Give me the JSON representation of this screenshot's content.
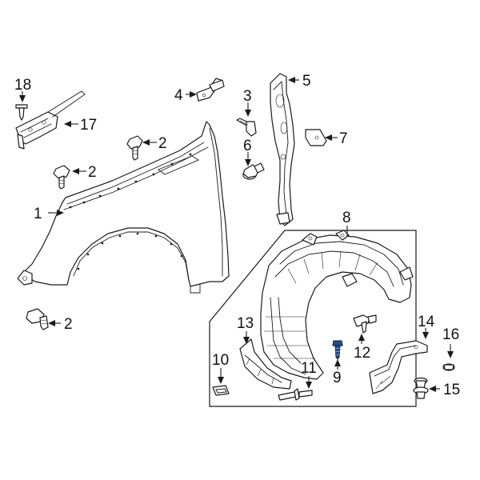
{
  "colors": {
    "line": "#1a1a1a",
    "background": "#ffffff",
    "highlight_fastener": "#1f4e9c"
  },
  "callouts": [
    {
      "id": "c1",
      "number": "1"
    },
    {
      "id": "c2a",
      "number": "2"
    },
    {
      "id": "c2b",
      "number": "2"
    },
    {
      "id": "c2c",
      "number": "2"
    },
    {
      "id": "c3",
      "number": "3"
    },
    {
      "id": "c4",
      "number": "4"
    },
    {
      "id": "c5",
      "number": "5"
    },
    {
      "id": "c6",
      "number": "6"
    },
    {
      "id": "c7",
      "number": "7"
    },
    {
      "id": "c8",
      "number": "8"
    },
    {
      "id": "c9",
      "number": "9"
    },
    {
      "id": "c10",
      "number": "10"
    },
    {
      "id": "c11",
      "number": "11"
    },
    {
      "id": "c12",
      "number": "12"
    },
    {
      "id": "c13",
      "number": "13"
    },
    {
      "id": "c14",
      "number": "14"
    },
    {
      "id": "c15",
      "number": "15"
    },
    {
      "id": "c16",
      "number": "16"
    },
    {
      "id": "c17",
      "number": "17"
    },
    {
      "id": "c18",
      "number": "18"
    }
  ]
}
